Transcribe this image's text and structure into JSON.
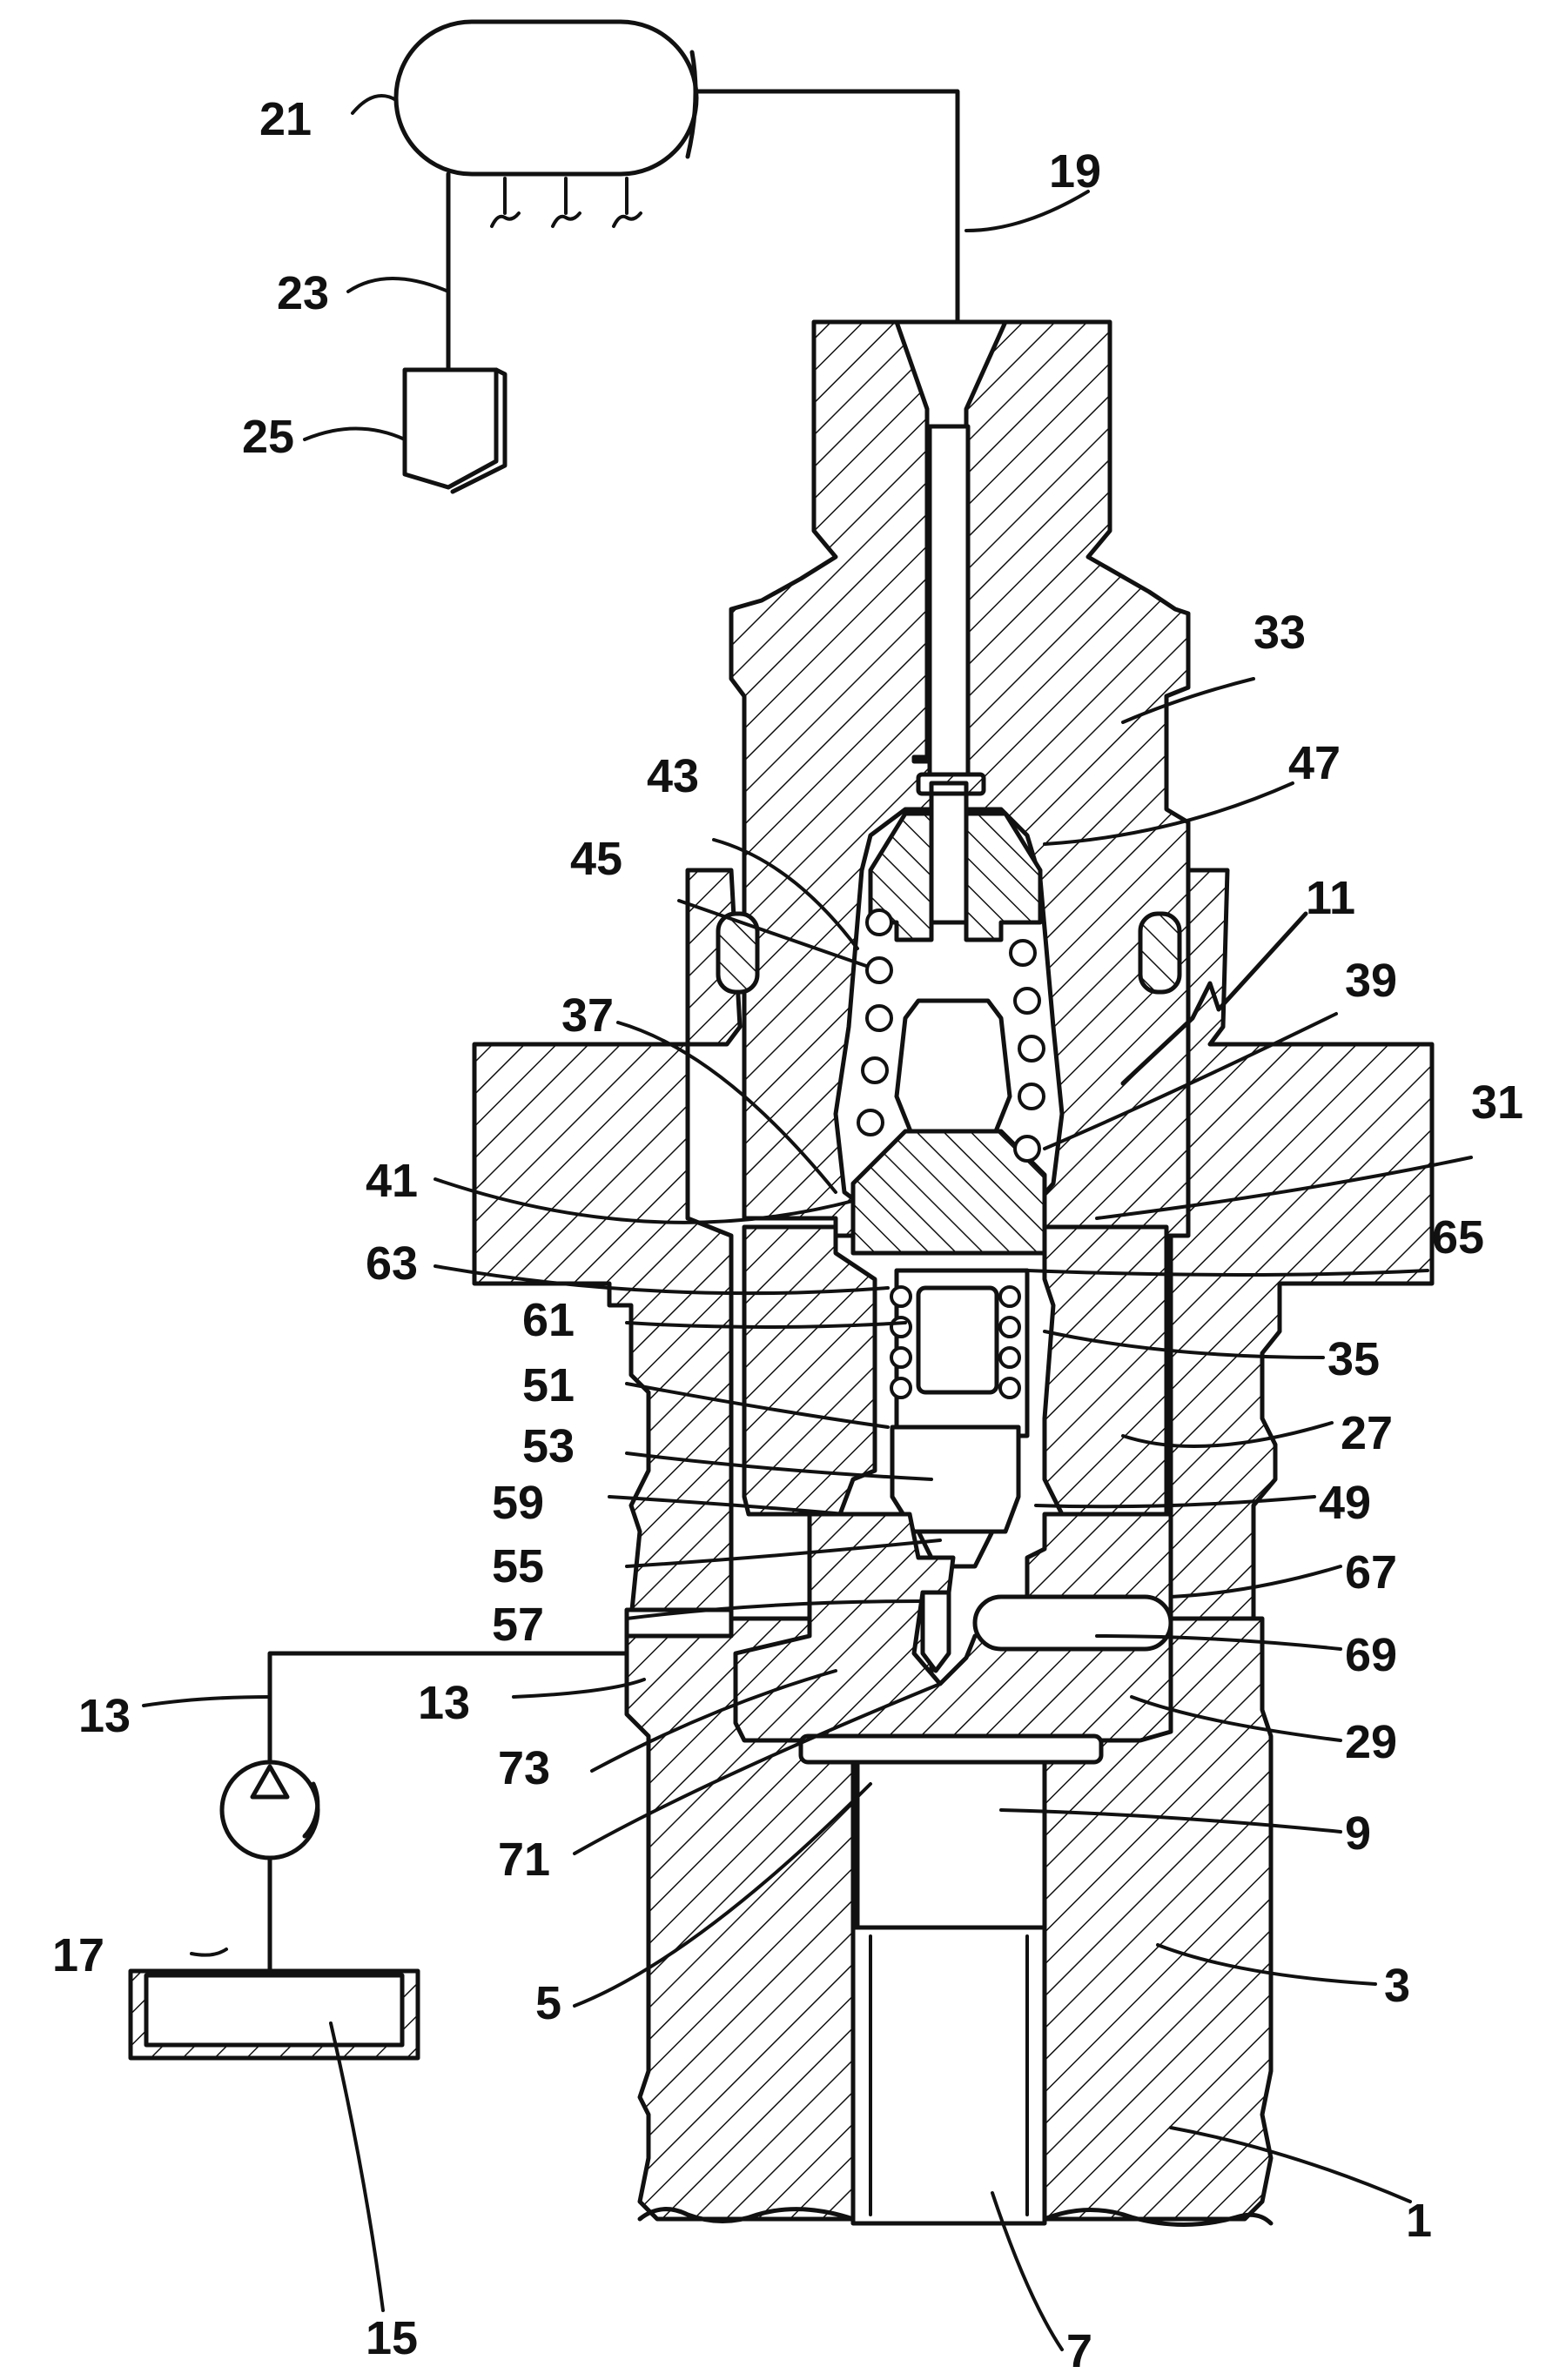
{
  "diagram": {
    "labels": {
      "l1": "1",
      "l3": "3",
      "l5": "5",
      "l7": "7",
      "l9": "9",
      "l11": "11",
      "l13a": "13",
      "l13b": "13",
      "l15": "15",
      "l17": "17",
      "l19": "19",
      "l21": "21",
      "l23": "23",
      "l25": "25",
      "l27": "27",
      "l29": "29",
      "l31": "31",
      "l33": "33",
      "l35": "35",
      "l37": "37",
      "l39": "39",
      "l41": "41",
      "l43": "43",
      "l45": "45",
      "l47": "47",
      "l49": "49",
      "l51": "51",
      "l53": "53",
      "l55": "55",
      "l57": "57",
      "l59": "59",
      "l61": "61",
      "l63": "63",
      "l65": "65",
      "l67": "67",
      "l69": "69",
      "l71": "71",
      "l73": "73"
    }
  }
}
